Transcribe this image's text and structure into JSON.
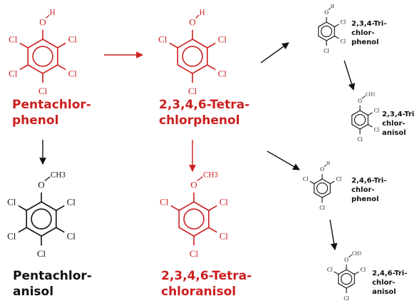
{
  "colors": {
    "highlight": "#cc1f1f",
    "normal": "#111111"
  },
  "compounds": [
    {
      "id": "pcp",
      "color": "highlight",
      "title_lines": [
        "Pentachlor-",
        "phenol"
      ],
      "atoms": {
        "top": "O",
        "top_h": "H",
        "top_ch3": "",
        "l1": "Cl",
        "l2": "Cl",
        "r1": "Cl",
        "r2": "Cl",
        "b": "Cl"
      }
    },
    {
      "id": "tecp",
      "color": "highlight",
      "title_lines": [
        "2,3,4,6-Tetra-",
        "chlorphenol"
      ],
      "atoms": {
        "top": "O",
        "top_h": "H",
        "top_ch3": "",
        "l1": "Cl",
        "l2": "",
        "r1": "Cl",
        "r2": "Cl",
        "b": "Cl"
      }
    },
    {
      "id": "tcp234",
      "color": "normal",
      "title_lines": [
        "2,3,4-Tri-",
        "chlor-",
        "phenol"
      ],
      "atoms": {
        "top": "O",
        "top_h": "H",
        "top_ch3": "",
        "l1": "",
        "l2": "",
        "r1": "Cl",
        "r2": "Cl",
        "b": "Cl"
      }
    },
    {
      "id": "tca234",
      "color": "normal",
      "title_lines": [
        "2,3,4-Tri",
        "chlor-",
        "anisol"
      ],
      "atoms": {
        "top": "O",
        "top_h": "",
        "top_ch3": "CH3",
        "l1": "",
        "l2": "",
        "r1": "Cl",
        "r2": "Cl",
        "b": "Cl"
      }
    },
    {
      "id": "tcp246",
      "color": "normal",
      "title_lines": [
        "2,4,6-Tri-",
        "chlor-",
        "phenol"
      ],
      "atoms": {
        "top": "O",
        "top_h": "H",
        "top_ch3": "",
        "l1": "Cl",
        "l2": "",
        "r1": "Cl",
        "r2": "",
        "b": "Cl"
      }
    },
    {
      "id": "tca246",
      "color": "normal",
      "title_lines": [
        "2,4,6-Tri-",
        "chlor-",
        "anisol"
      ],
      "atoms": {
        "top": "O",
        "top_h": "",
        "top_ch3": "CH3",
        "l1": "Cl",
        "l2": "",
        "r1": "Cl",
        "r2": "",
        "b": "Cl"
      }
    },
    {
      "id": "pca",
      "color": "normal",
      "title_lines": [
        "Pentachlor-",
        "anisol"
      ],
      "atoms": {
        "top": "O",
        "top_h": "",
        "top_ch3": "CH3",
        "l1": "Cl",
        "l2": "Cl",
        "r1": "Cl",
        "r2": "Cl",
        "b": "Cl"
      }
    },
    {
      "id": "teca",
      "color": "highlight",
      "title_lines": [
        "2,3,4,6-Tetra-",
        "chloranisol"
      ],
      "atoms": {
        "top": "O",
        "top_h": "",
        "top_ch3": "CH3",
        "l1": "Cl",
        "l2": "",
        "r1": "Cl",
        "r2": "Cl",
        "b": "Cl"
      }
    }
  ],
  "arrows": [
    {
      "id": "pcp-to-tecp",
      "color": "highlight"
    },
    {
      "id": "tecp-to-tcp234",
      "color": "normal"
    },
    {
      "id": "tecp-to-tcp246",
      "color": "normal"
    },
    {
      "id": "tcp234-to-tca234",
      "color": "normal"
    },
    {
      "id": "tcp246-to-tca246",
      "color": "normal"
    },
    {
      "id": "pcp-to-pca",
      "color": "normal"
    },
    {
      "id": "tecp-to-teca",
      "color": "highlight"
    }
  ]
}
